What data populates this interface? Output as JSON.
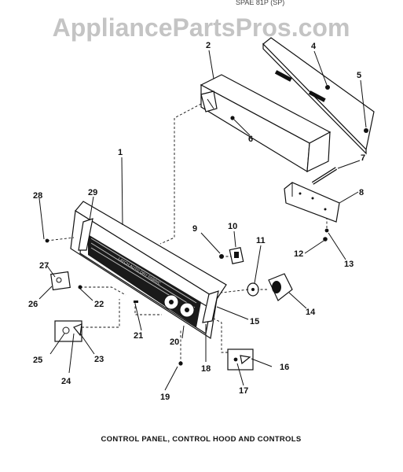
{
  "watermark": "AppliancePartsPros.com",
  "top_fragment": "SPAE 81P (SP)",
  "caption": "CONTROL PANEL, CONTROL HOOD AND CONTROLS",
  "callouts": [
    "1",
    "2",
    "4",
    "5",
    "6",
    "7",
    "8",
    "9",
    "10",
    "11",
    "12",
    "13",
    "14",
    "15",
    "16",
    "17",
    "18",
    "19",
    "20",
    "21",
    "22",
    "23",
    "24",
    "25",
    "26",
    "27",
    "28",
    "29"
  ],
  "panel_text": "LATCH AUTO DRY FABRIC"
}
